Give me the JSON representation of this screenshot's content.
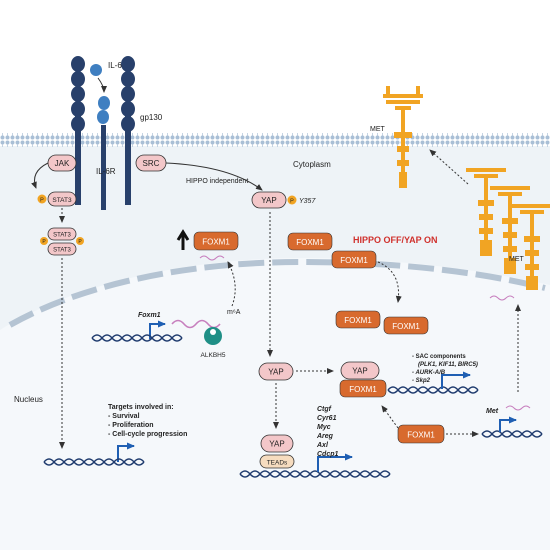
{
  "colors": {
    "background": "#ffffff",
    "cytoplasm_fill": "#eef3f7",
    "membrane_blue": "#a9bfd6",
    "receptor_navy": "#28406b",
    "il6_blue": "#3f7fc1",
    "foxm1_orange": "#d86a2e",
    "met_yellow": "#f1a423",
    "pink_node": "#f3c7c9",
    "dna_navy": "#1f3b6e",
    "teal": "#1f8f86",
    "hippo_red": "#d0312d",
    "arrow_blue": "#1f5fb3"
  },
  "labels": {
    "il6": "IL-6",
    "gp130": "gp130",
    "il6r": "IL-6R",
    "jak": "JAK",
    "src": "SRC",
    "cytoplasm": "Cytoplasm",
    "hippo_independent": "HIPPO independent",
    "yap_p_y357_yap": "YAP",
    "p": "P",
    "y357": "Y357",
    "stat3": "STAT3",
    "met_top": "MET",
    "met_right": "MET",
    "hippo_off": "HIPPO OFF/YAP ON",
    "foxm1": "FOXM1",
    "foxm1_gene": "Foxm1",
    "m6a": "m⁶A",
    "alkbh5": "ALKBH5",
    "nucleus": "Nucleus",
    "yap": "YAP",
    "teads": "TEADs",
    "met_gene": "Met"
  },
  "targets_list": {
    "heading": "Targets involved in:",
    "items": [
      "- Survival",
      "- Proliferation",
      "- Cell-cycle progression"
    ]
  },
  "sac_list": [
    "- SAC components",
    "(PLK1, KIF11, BIRC5)",
    "- AURK-A/B",
    "- Skp2"
  ],
  "yap_targets": [
    "Ctgf",
    "Cyr61",
    "Myc",
    "Areg",
    "Axl",
    "Cdcp1"
  ]
}
